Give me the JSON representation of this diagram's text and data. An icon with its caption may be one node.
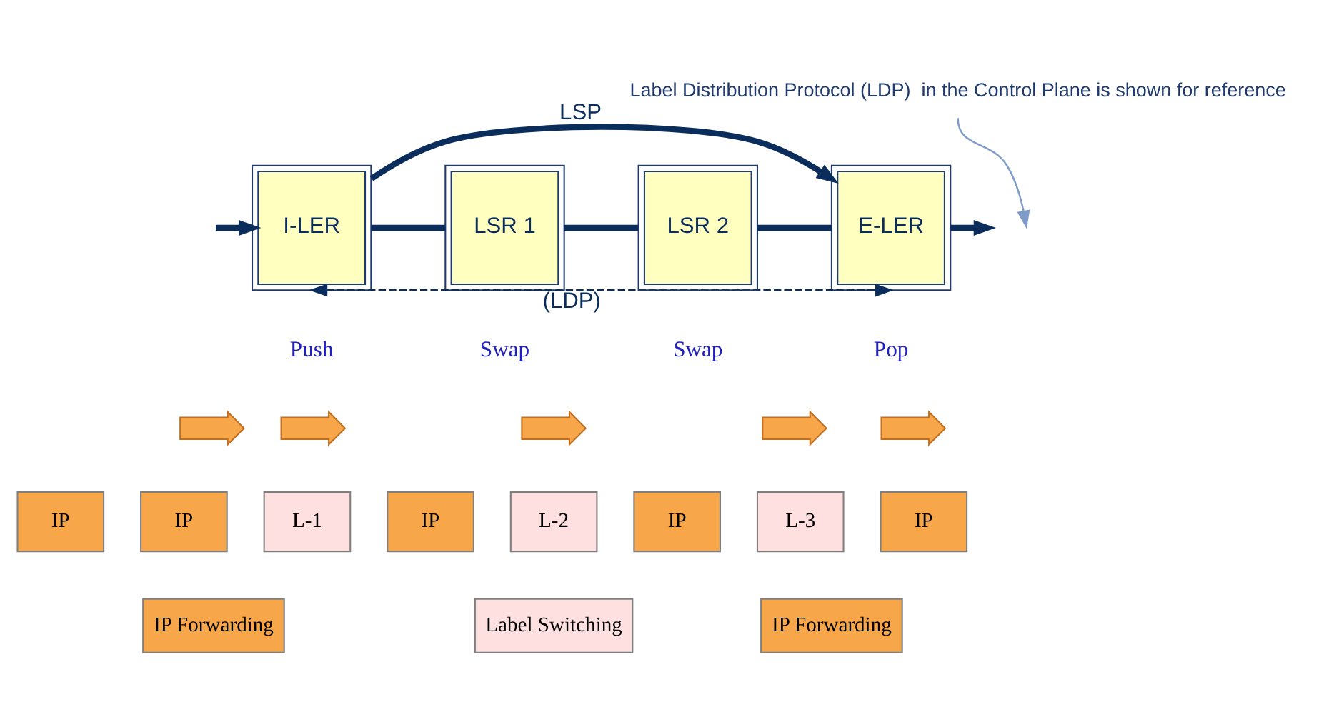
{
  "diagram": {
    "nodes": [
      {
        "text": [
          "Label Distribution Protocol (LDP)  in the Control Plane is shown for reference"
        ]
      },
      {
        "text": [
          "I-LER"
        ],
        "beside": [
          "Push"
        ]
      },
      {
        "text": [
          "LSR 1"
        ],
        "beside": [
          "Swap"
        ]
      },
      {
        "text": [
          "LSR 2"
        ],
        "beside": [
          "Swap"
        ]
      },
      {
        "text": [
          "E-LER"
        ],
        "beside": [
          "Pop"
        ]
      },
      {
        "text": [],
        "shape": "arrow"
      },
      {
        "text": [],
        "shape": "arrow"
      },
      {
        "text": [],
        "shape": "arrow"
      },
      {
        "text": [],
        "shape": "arrow"
      },
      {
        "text": [],
        "shape": "arrow"
      },
      {
        "text": [
          "IP"
        ]
      },
      {
        "text": [
          "IP"
        ]
      },
      {
        "text": [
          "L-1"
        ]
      },
      {
        "text": [
          "IP"
        ]
      },
      {
        "text": [
          "L-2"
        ]
      },
      {
        "text": [
          "IP"
        ]
      },
      {
        "text": [
          "L-3"
        ]
      },
      {
        "text": [
          "IP"
        ]
      },
      {
        "text": [
          "IP Forwarding"
        ]
      },
      {
        "text": [
          "Label Switching"
        ]
      },
      {
        "text": [
          "IP Forwarding"
        ]
      }
    ],
    "edges": [
      {
        "from": null,
        "to": 1,
        "arrow": "to"
      },
      {
        "from": 1,
        "to": 2,
        "arrow": "none"
      },
      {
        "from": 2,
        "to": 3,
        "arrow": "none"
      },
      {
        "from": 3,
        "to": 4,
        "arrow": "none"
      },
      {
        "from": 4,
        "to": null,
        "arrow": "to"
      },
      {
        "from": 1,
        "to": 4,
        "arrow": "to",
        "label": "LSP"
      },
      {
        "from": 1,
        "to": 4,
        "arrow": "both",
        "label": "(LDP)",
        "style": "dashed"
      },
      {
        "from": 0,
        "to": null,
        "arrow": "to",
        "color": "#7f9cc8"
      }
    ]
  }
}
